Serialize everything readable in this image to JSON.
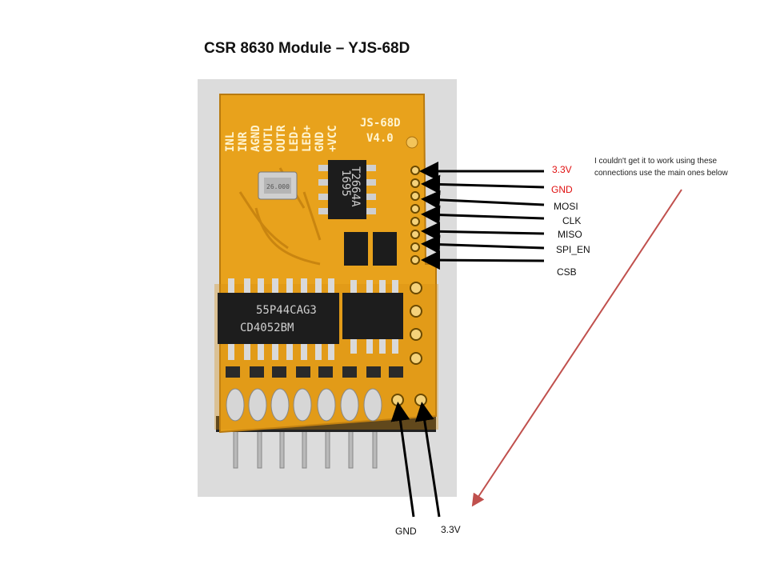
{
  "title": "CSR 8630 Module – YJS-68D",
  "board": {
    "silkscreen_pins": [
      "INL",
      "INR",
      "AGND",
      "OUTL",
      "OUTR",
      "LED-",
      "LED+",
      "GND",
      "+VCC"
    ],
    "silkscreen_model": "JS-68D",
    "silkscreen_version": "V4.0",
    "chip1_text": [
      "55P44CAG3",
      "CD4052BM"
    ],
    "chip2_text": [
      "T2664A",
      "1695"
    ],
    "crystal_text": "26.000"
  },
  "header_pins": {
    "labels": [
      {
        "text": "3.3V",
        "color": "#e01010"
      },
      {
        "text": "GND",
        "color": "#e01010"
      },
      {
        "text": "MOSI",
        "color": "#111111"
      },
      {
        "text": "CLK",
        "color": "#111111"
      },
      {
        "text": "MISO",
        "color": "#111111"
      },
      {
        "text": "SPI_EN",
        "color": "#111111"
      },
      {
        "text": "CSB",
        "color": "#111111"
      }
    ]
  },
  "note": "I couldn't get it to work using these connections use the main ones below",
  "bottom_pins": {
    "gnd_label": "GND",
    "v33_label": "3.3V"
  },
  "colors": {
    "pcb": "#e8a21c",
    "arrow_note": "#c0504d",
    "arrow_pin": "#000000"
  }
}
